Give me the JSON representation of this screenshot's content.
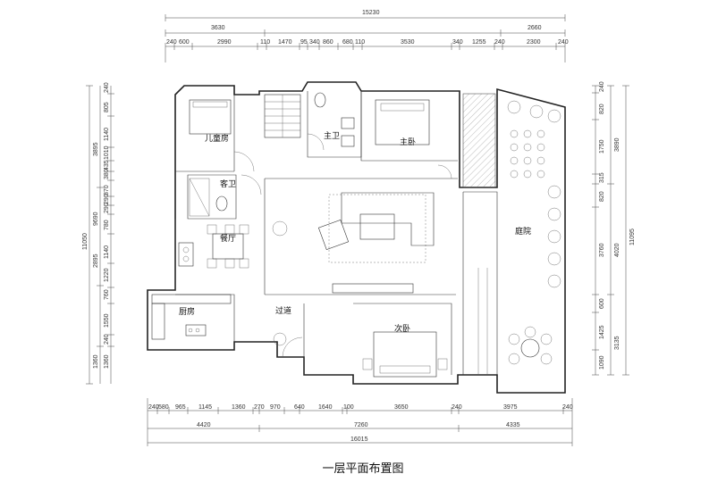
{
  "title": "一层平面布置图",
  "rooms": {
    "children": "儿童房",
    "master_bath": "主卫",
    "master_bed": "主卧",
    "guest_bath": "客卫",
    "dining": "餐厅",
    "courtyard": "庭院",
    "kitchen": "厨房",
    "corridor": "过道",
    "second_bed": "次卧"
  },
  "dims": {
    "top_total": "15230",
    "top_sub1": "3630",
    "top_sub2": "2660",
    "top_row": [
      "240",
      "600",
      "2990",
      "110",
      "1470",
      "95",
      "340",
      "860",
      "680",
      "110",
      "3530",
      "340",
      "1255",
      "240",
      "2300",
      "240"
    ],
    "bottom_total": "16015",
    "bottom_sub": [
      "4420",
      "7260",
      "4335"
    ],
    "bottom_row": [
      "240",
      "580",
      "965",
      "1145",
      "1360",
      "270",
      "970",
      "640",
      "1640",
      "100",
      "3650",
      "240",
      "3975",
      "240"
    ],
    "left_total": "11050",
    "left_sub": [
      "3895",
      "9690",
      "2895",
      "1360"
    ],
    "left_row": [
      "240",
      "805",
      "1140",
      "1010",
      "435",
      "380",
      "870",
      "290",
      "290",
      "780",
      "1140",
      "1220",
      "760",
      "1550",
      "240",
      "1360"
    ],
    "right_total": "11095",
    "right_sub": [
      "3890",
      "4020",
      "3135"
    ],
    "right_row": [
      "240",
      "820",
      "1750",
      "315",
      "820",
      "3760",
      "600",
      "1425",
      "1090"
    ]
  }
}
